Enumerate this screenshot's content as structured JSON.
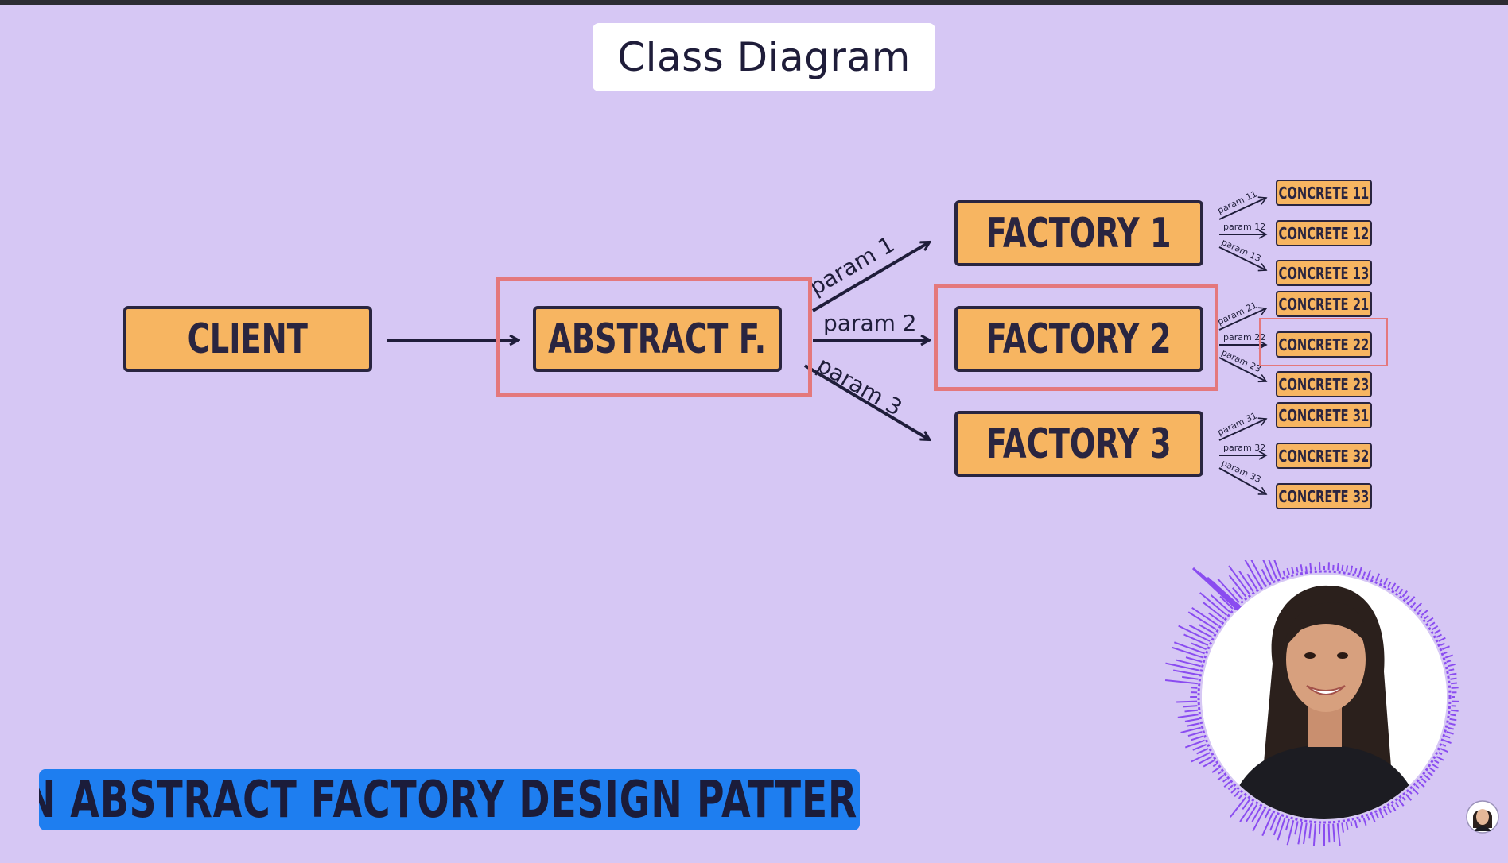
{
  "title": "Class Diagram",
  "nodes": {
    "client": "CLIENT",
    "abstract_factory": "ABSTRACT F.",
    "factory1": "FACTORY 1",
    "factory2": "FACTORY 2",
    "factory3": "FACTORY 3",
    "concrete11": "CONCRETE 11",
    "concrete12": "CONCRETE 12",
    "concrete13": "CONCRETE 13",
    "concrete21": "CONCRETE 21",
    "concrete22": "CONCRETE 22",
    "concrete23": "CONCRETE 23",
    "concrete31": "CONCRETE 31",
    "concrete32": "CONCRETE 32",
    "concrete33": "CONCRETE 33"
  },
  "edges": {
    "param1": "param 1",
    "param2": "param 2",
    "param3": "param 3",
    "param11": "param 11",
    "param12": "param 12",
    "param13": "param 13",
    "param21": "param 21",
    "param22": "param 22",
    "param23": "param 23",
    "param31": "param 31",
    "param32": "param 32",
    "param33": "param 33"
  },
  "caption": "IN ABSTRACT FACTORY DESIGN PATTERN",
  "colors": {
    "background": "#d6c7f4",
    "box_fill": "#f7b561",
    "box_border": "#2a2540",
    "highlight": "#e4787c",
    "banner": "#1e7ef0",
    "waveform": "#8a4cf0"
  },
  "icons": {
    "presenter": "presenter-avatar",
    "channel_logo": "channel-logo-icon"
  }
}
